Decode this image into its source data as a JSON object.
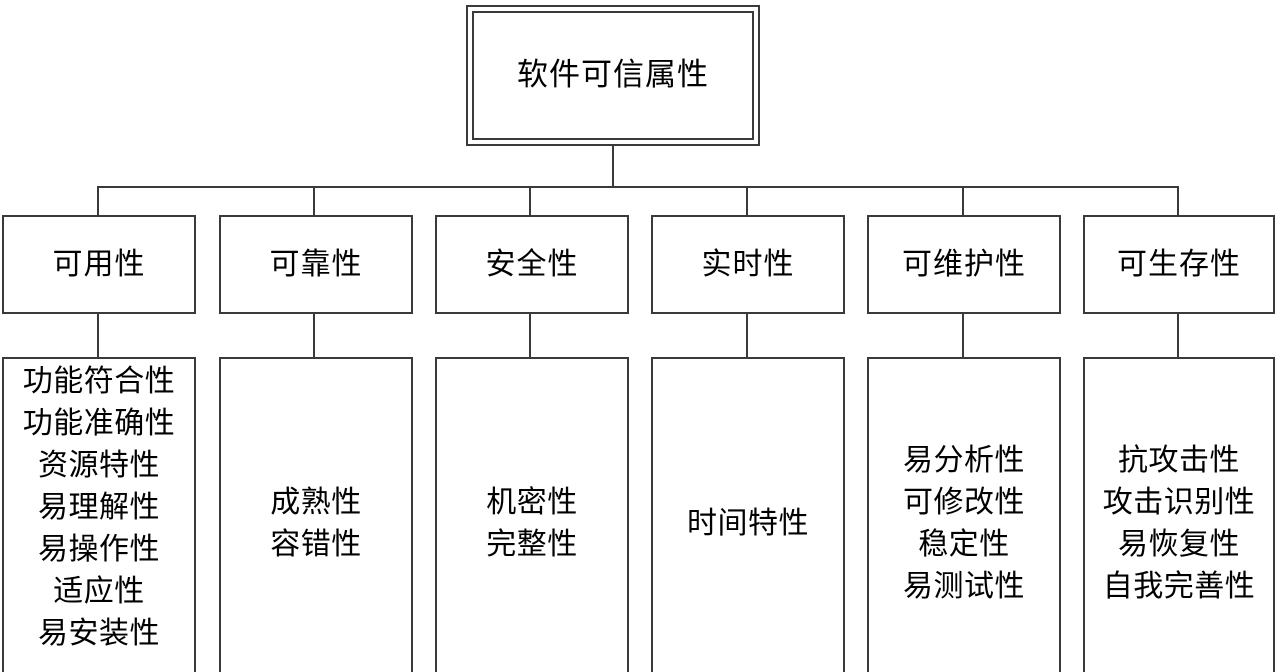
{
  "diagram": {
    "type": "tree",
    "title": "软件可信属性",
    "root": {
      "label": "软件可信属性"
    },
    "categories": [
      {
        "label": "可用性",
        "items": [
          "功能符合性",
          "功能准确性",
          "资源特性",
          "易理解性",
          "易操作性",
          "适应性",
          "易安装性"
        ]
      },
      {
        "label": "可靠性",
        "items": [
          "成熟性",
          "容错性"
        ]
      },
      {
        "label": "安全性",
        "items": [
          "机密性",
          "完整性"
        ]
      },
      {
        "label": "实时性",
        "items": [
          "时间特性"
        ]
      },
      {
        "label": "可维护性",
        "items": [
          "易分析性",
          "可修改性",
          "稳定性",
          "易测试性"
        ]
      },
      {
        "label": "可生存性",
        "items": [
          "抗攻击性",
          "攻击识别性",
          "易恢复性",
          "自我完善性"
        ]
      }
    ],
    "colors": {
      "line": "#3a3a3a",
      "background": "#ffffff",
      "text": "#000000"
    }
  }
}
